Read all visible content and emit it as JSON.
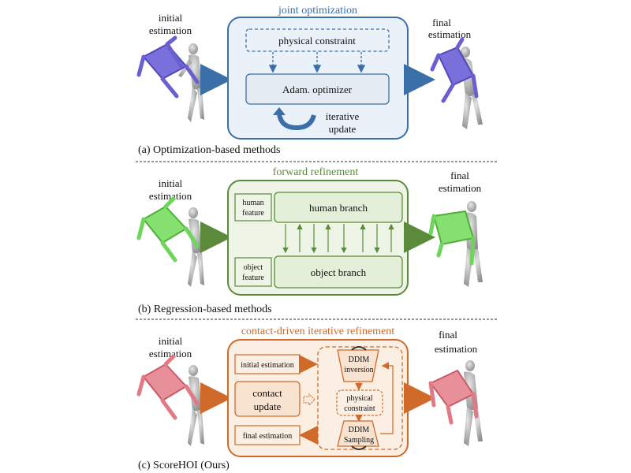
{
  "colors": {
    "blue": "#3a6fa8",
    "blue_fill": "#eaf1f8",
    "green": "#5a8a3a",
    "green_fill": "#eef5e6",
    "orange": "#cf6a2a",
    "orange_fill": "#fbeee2",
    "human_gray": "#b8b8b8",
    "chair_blue": "#6a5fd0",
    "chair_green": "#6fd45a",
    "chair_red": "#e07a86"
  },
  "panel_a": {
    "title": "joint optimization",
    "initial_label": [
      "initial",
      "estimation"
    ],
    "final_label": [
      "final",
      "estimation"
    ],
    "physical_constraint": "physical constraint",
    "optimizer": "Adam. optimizer",
    "iterative_update": [
      "iterative",
      "update"
    ],
    "caption": "(a) Optimization-based methods"
  },
  "panel_b": {
    "title": "forward refinement",
    "initial_label": [
      "initial",
      "estimation"
    ],
    "final_label": [
      "final",
      "estimation"
    ],
    "human_feature": [
      "human",
      "feature"
    ],
    "human_branch": "human branch",
    "object_feature": [
      "object",
      "feature"
    ],
    "object_branch": "object branch",
    "caption": "(b) Regression-based methods"
  },
  "panel_c": {
    "title": "contact-driven iterative refinement",
    "initial_label": [
      "initial",
      "estimation"
    ],
    "final_label": [
      "final",
      "estimation"
    ],
    "initial_estimation_box": "initial estimation",
    "contact_update": [
      "contact",
      "update"
    ],
    "final_estimation_box": "final estimation",
    "ddim_inversion": [
      "DDIM",
      "inversion"
    ],
    "physical_constraint": [
      "physical",
      "constraint"
    ],
    "ddim_sampling": [
      "DDIM",
      "Sampling"
    ],
    "caption": "(c) ScoreHOI (Ours)"
  }
}
